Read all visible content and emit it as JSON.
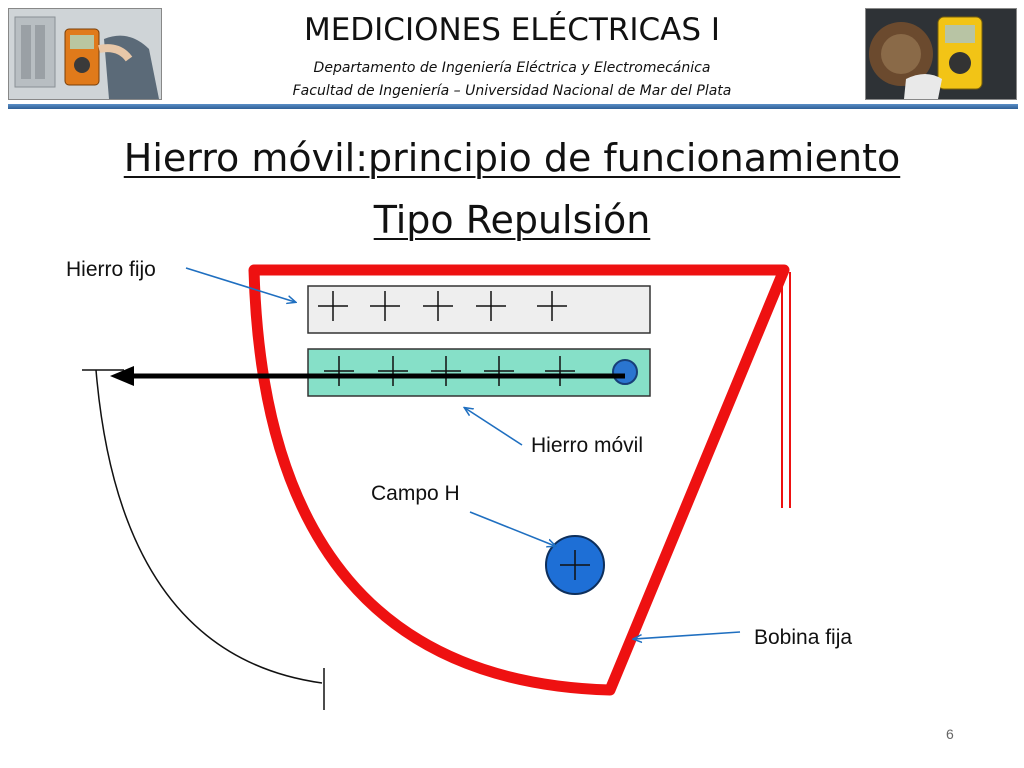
{
  "header": {
    "title": "MEDICIONES ELÉCTRICAS I",
    "department": "Departamento de Ingeniería Eléctrica y Electromecánica",
    "faculty": "Facultad de Ingeniería – Universidad Nacional de Mar del Plata"
  },
  "slide": {
    "title_line1": "Hierro móvil:principio de funcionamiento",
    "title_line2": "Tipo Repulsión",
    "page_number": "6"
  },
  "diagram": {
    "labels": {
      "fixed_iron": "Hierro fijo",
      "moving_iron": "Hierro móvil",
      "field": "Campo H",
      "fixed_coil": "Bobina fija"
    },
    "colors": {
      "coil": "#ee1111",
      "fixed_iron_fill": "#eeeeee",
      "moving_iron_fill": "#86e0c8",
      "pivot_fill": "#2a75d0",
      "field_symbol_fill": "#1e6fd6",
      "pointer_arrow": "#000000",
      "callout_arrow": "#1f6fc0"
    },
    "icons": {
      "pole_marks": "plus-sign",
      "field_symbol": "cross-in-circle"
    }
  }
}
